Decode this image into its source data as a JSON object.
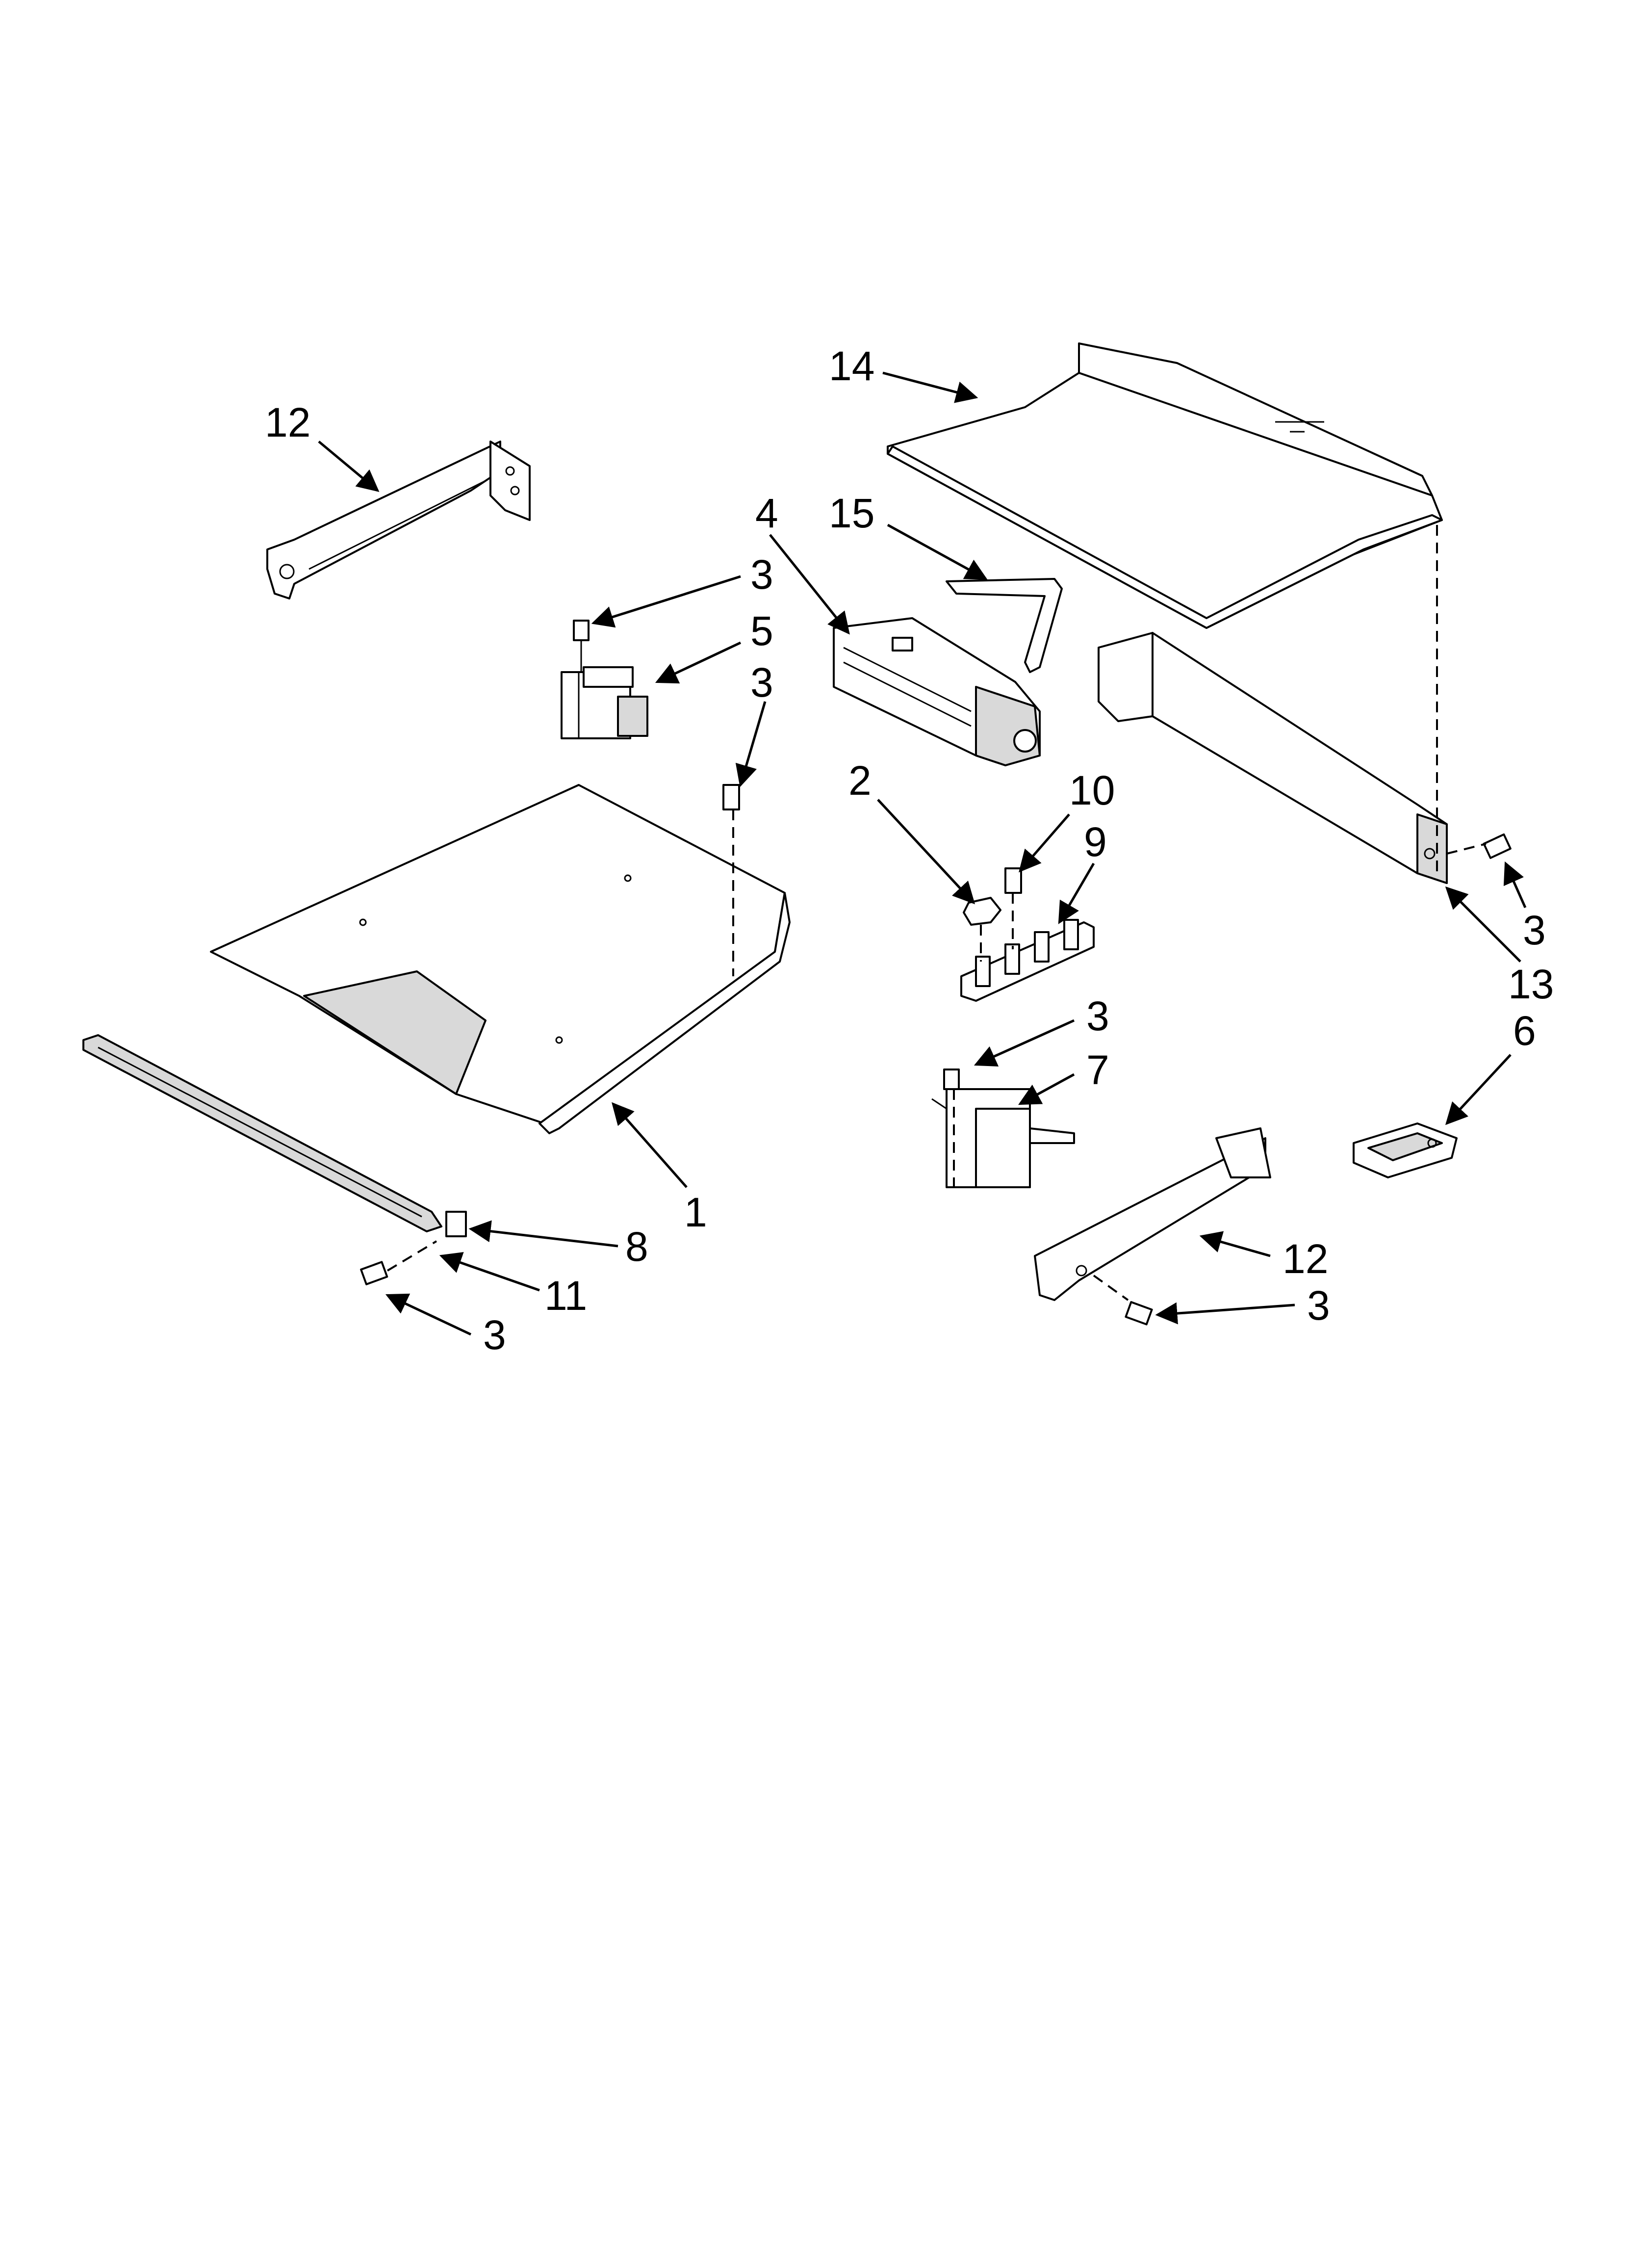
{
  "diagram": {
    "type": "exploded-parts-diagram",
    "colors": {
      "ink": "#000000",
      "background": "#ffffff",
      "shade": "#d9d9d9"
    },
    "parts": [
      {
        "id": "p14",
        "name": "cover-panel"
      },
      {
        "id": "p12a",
        "name": "bracket-upper-left"
      },
      {
        "id": "p5",
        "name": "transformer-small"
      },
      {
        "id": "p4",
        "name": "control-module"
      },
      {
        "id": "p15",
        "name": "ribbon-strap"
      },
      {
        "id": "p13",
        "name": "side-bracket"
      },
      {
        "id": "p1",
        "name": "bottom-panel"
      },
      {
        "id": "p2",
        "name": "nut"
      },
      {
        "id": "p9",
        "name": "terminal-block"
      },
      {
        "id": "p7",
        "name": "transformer-large"
      },
      {
        "id": "p6",
        "name": "box-cover"
      },
      {
        "id": "p12b",
        "name": "bracket-lower-right"
      },
      {
        "id": "p11",
        "name": "rail"
      },
      {
        "id": "p8",
        "name": "clip"
      }
    ],
    "callouts": [
      {
        "label": "14"
      },
      {
        "label": "12"
      },
      {
        "label": "4"
      },
      {
        "label": "15"
      },
      {
        "label": "3"
      },
      {
        "label": "5"
      },
      {
        "label": "3"
      },
      {
        "label": "2"
      },
      {
        "label": "10"
      },
      {
        "label": "9"
      },
      {
        "label": "3"
      },
      {
        "label": "13"
      },
      {
        "label": "6"
      },
      {
        "label": "3"
      },
      {
        "label": "7"
      },
      {
        "label": "1"
      },
      {
        "label": "8"
      },
      {
        "label": "11"
      },
      {
        "label": "3"
      },
      {
        "label": "12"
      },
      {
        "label": "3"
      }
    ]
  }
}
